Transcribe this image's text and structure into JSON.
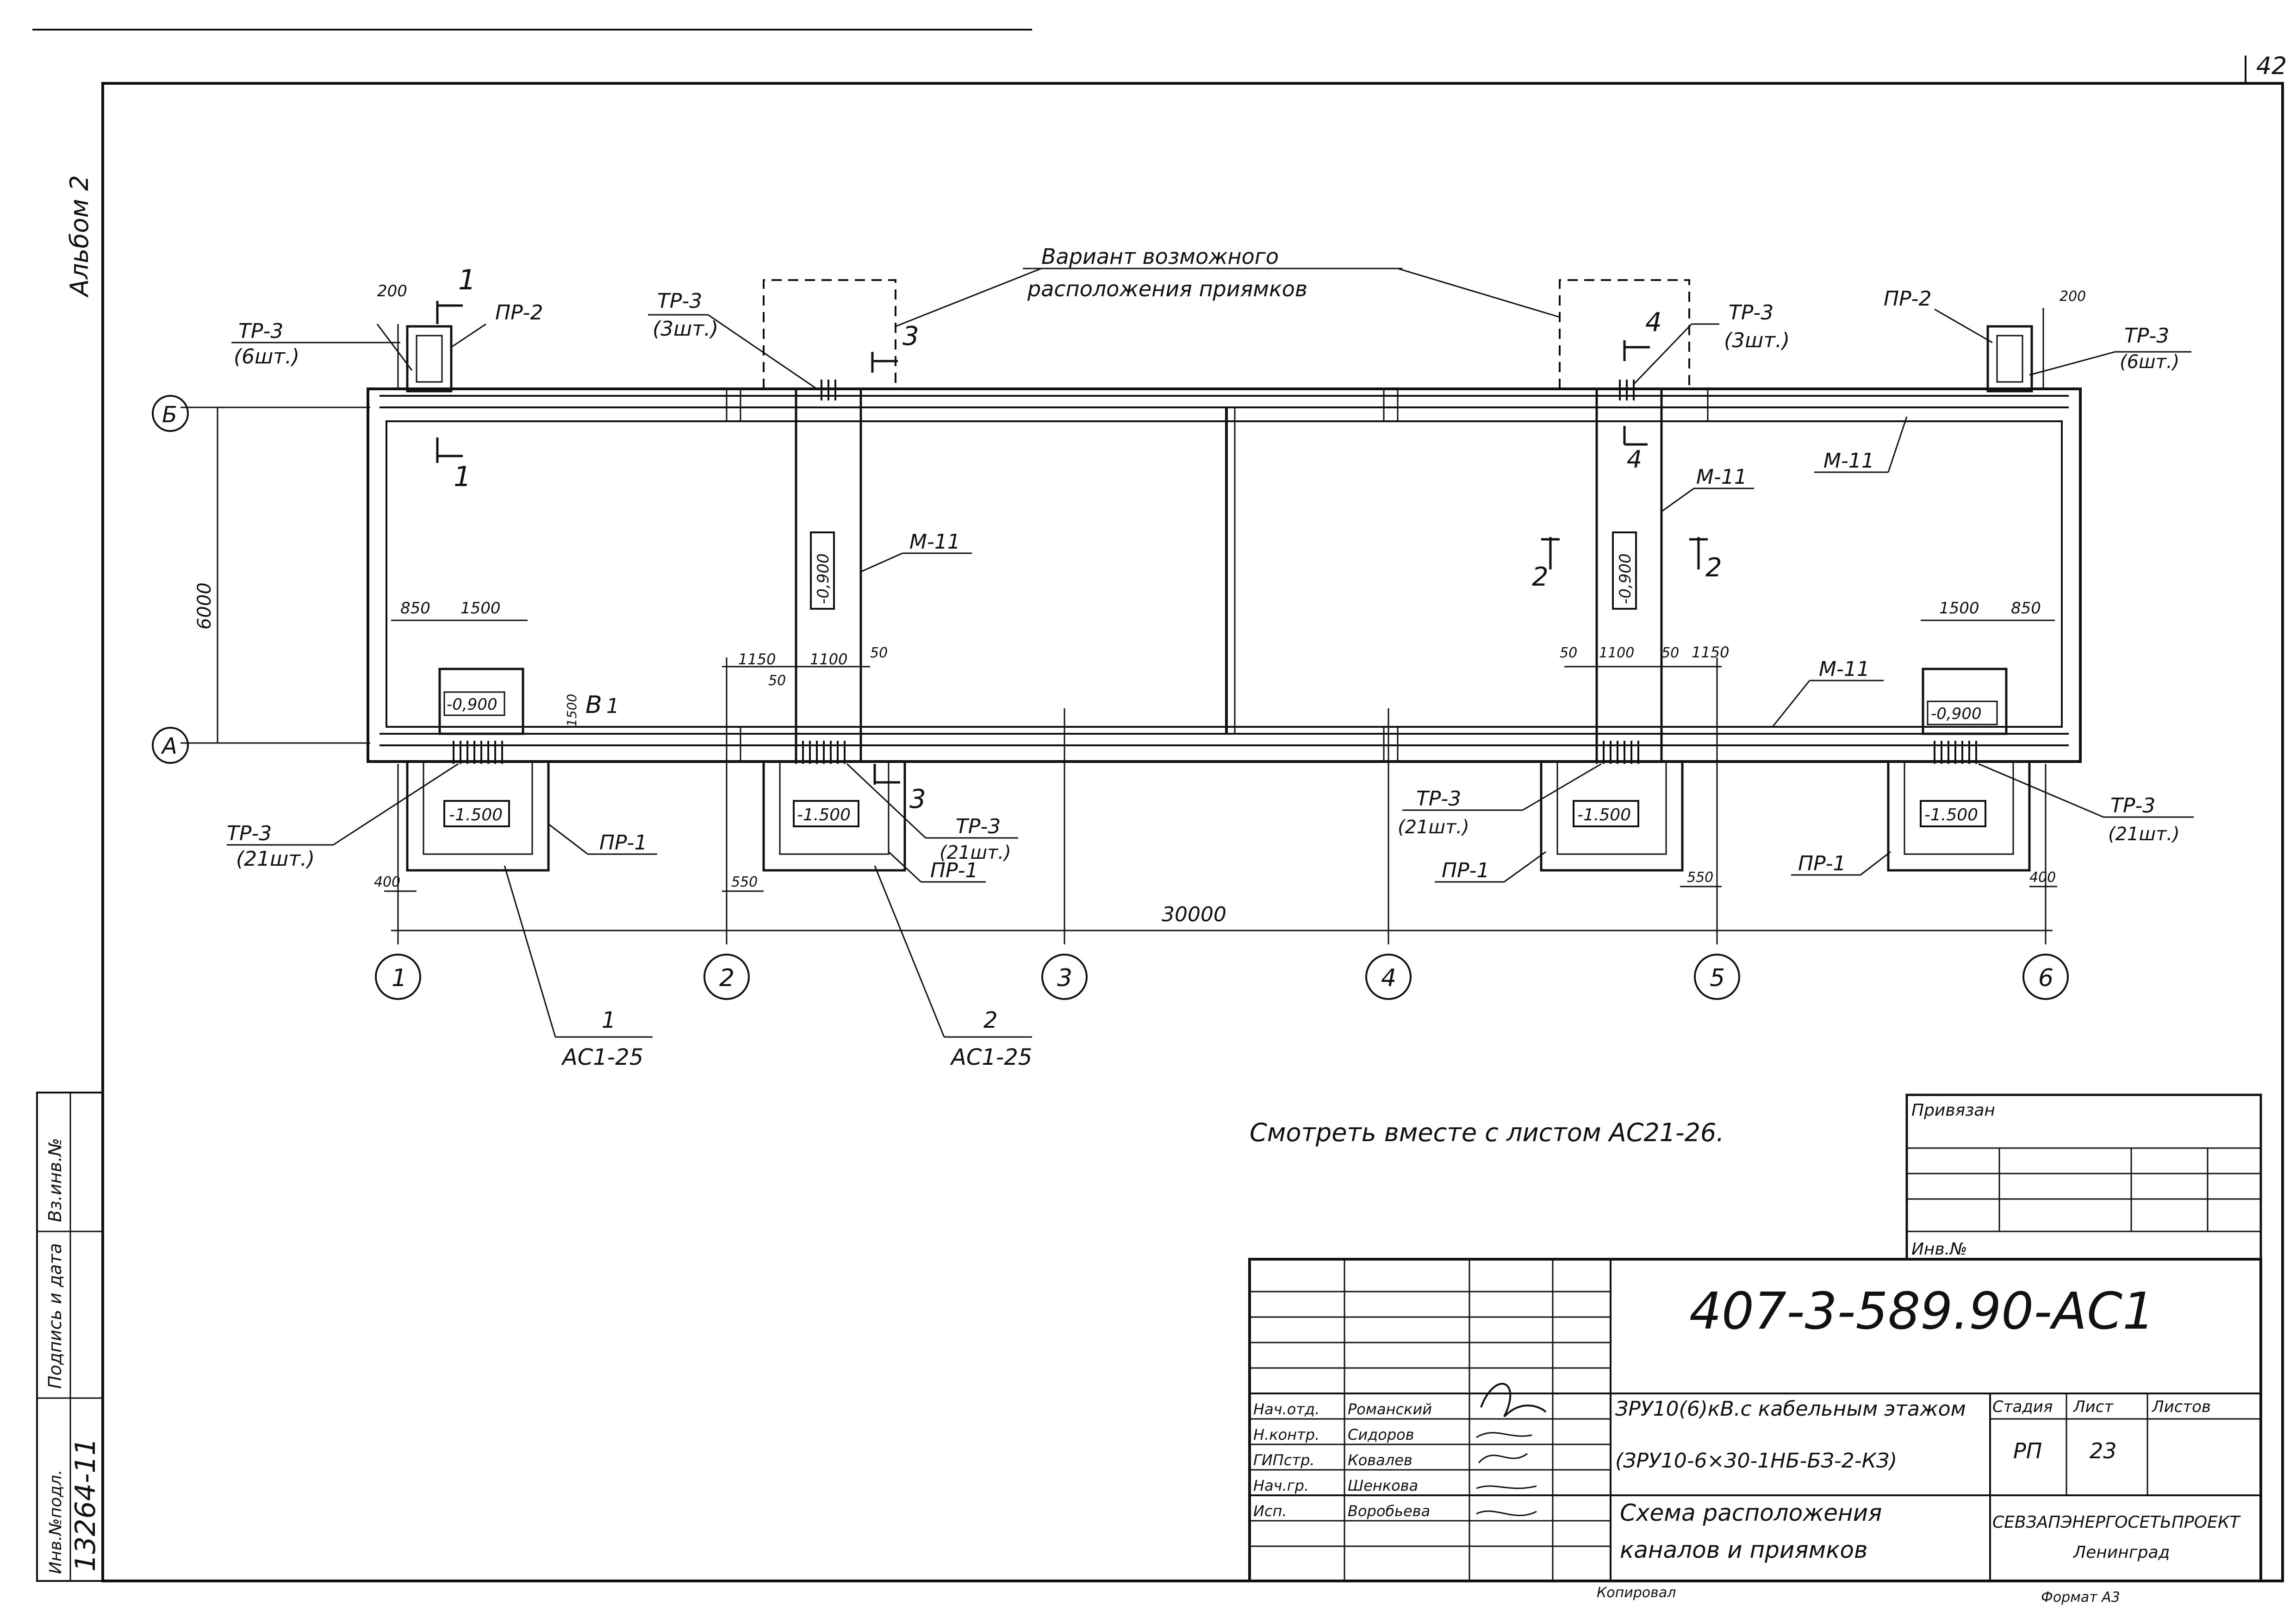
{
  "sheet": {
    "page_number": "42",
    "album_label": "Альбом 2"
  },
  "title_block": {
    "doc_code": "407-3-589.90-АС1",
    "bound_label": "Привязан",
    "inv_label": "Инв.№",
    "desc_line1": "ЗРУ10(6)кВ.с кабельным этажом",
    "desc_line2": "(ЗРУ10-6×30-1НБ-БЗ-2-КЗ)",
    "drawing_title_1": "Схема расположения",
    "drawing_title_2": "каналов и приямков",
    "stage_header": "Стадия",
    "sheet_header": "Лист",
    "sheets_header": "Листов",
    "stage": "РП",
    "sheet_no": "23",
    "org_name": "СЕВЗАПЭНЕРГОСЕТЬПРОЕКТ",
    "org_city": "Ленинград",
    "copied_label": "Копировал",
    "format_label": "Формат А3",
    "staff": [
      {
        "role": "Нач.отд.",
        "name": "Романский"
      },
      {
        "role": "Н.контр.",
        "name": "Сидоров"
      },
      {
        "role": "ГИПстр.",
        "name": "Ковалев"
      },
      {
        "role": "Нач.гр.",
        "name": "Шенкова"
      },
      {
        "role": "Исп.",
        "name": "Воробьева"
      }
    ]
  },
  "side_stamp": {
    "inv_orig_label": "Инв.№подл.",
    "sign_date_label": "Подпись и дата",
    "inv_vz_label": "Вз.инв.№",
    "inv_number": "13264-11"
  },
  "drawing": {
    "note": "Смотреть вместе с листом АС21-26.",
    "variant_note_1": "Вариант возможного",
    "variant_note_2": "расположения приямков",
    "row_axes": [
      "Б",
      "А"
    ],
    "column_axes": [
      "1",
      "2",
      "3",
      "4",
      "5",
      "6"
    ],
    "dimensions": {
      "total_length": "30000",
      "span_height": "6000",
      "d200": "200",
      "d850": "850",
      "d1500": "1500",
      "d1150": "1150",
      "d1100": "1100",
      "d50": "50",
      "d400": "400",
      "d550": "550",
      "d1500v": "1500",
      "d1100b": "1100"
    },
    "elevations": {
      "pit": "-1.500",
      "niche": "-0,900",
      "channel": "-0,900"
    },
    "labels": {
      "tr3": "ТР-3",
      "qty6": "(6шт.)",
      "qty3": "(3шт.)",
      "qty21": "(21шт.)",
      "pr1": "ПР-1",
      "pr2": "ПР-2",
      "m11": "М-11",
      "ac125": "АС1-25",
      "sec1": "1",
      "sec2": "2",
      "sec3": "3",
      "sec4": "4",
      "sec_b": "В"
    }
  }
}
